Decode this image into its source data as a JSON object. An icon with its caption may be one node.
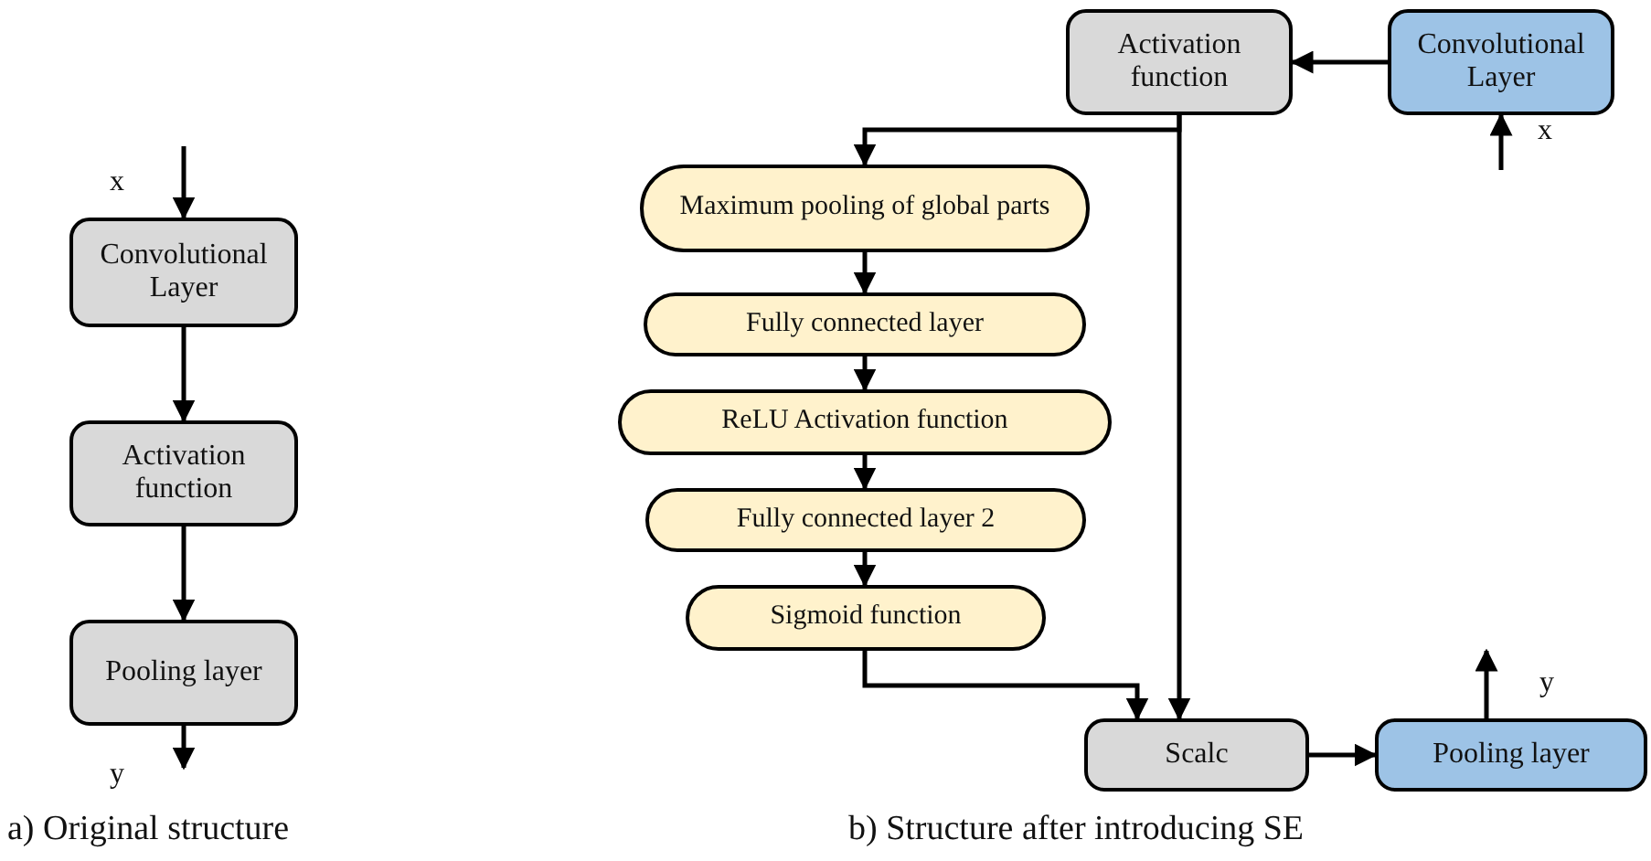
{
  "diagram": {
    "nodes": [
      {
        "text": [
          "Convolutional Layer"
        ]
      },
      {
        "text": [
          "Activation function"
        ]
      },
      {
        "text": [
          "Pooling layer"
        ]
      },
      {
        "text": [
          "Activation function"
        ]
      },
      {
        "text": [
          "Convolutional Layer"
        ]
      },
      {
        "text": [
          "Maximum pooling of global parts"
        ]
      },
      {
        "text": [
          "Fully connected layer"
        ]
      },
      {
        "text": [
          "ReLU Activation function"
        ]
      },
      {
        "text": [
          "Fully connected layer 2"
        ]
      },
      {
        "text": [
          "Sigmoid function"
        ]
      },
      {
        "text": [
          "Scalc"
        ]
      },
      {
        "text": [
          "Pooling layer"
        ]
      }
    ],
    "edges": [
      {
        "from": null,
        "to": 0,
        "arrow": "to"
      },
      {
        "from": 0,
        "to": 1,
        "arrow": "to"
      },
      {
        "from": 1,
        "to": 2,
        "arrow": "to"
      },
      {
        "from": 2,
        "to": null,
        "arrow": "to"
      },
      {
        "from": null,
        "to": 4,
        "arrow": "to"
      },
      {
        "from": 4,
        "to": 3,
        "arrow": "to"
      },
      {
        "from": 3,
        "to": 5,
        "arrow": "to"
      },
      {
        "from": 3,
        "to": 10,
        "arrow": "to"
      },
      {
        "from": 5,
        "to": 6,
        "arrow": "to"
      },
      {
        "from": 6,
        "to": 7,
        "arrow": "to"
      },
      {
        "from": 7,
        "to": 8,
        "arrow": "to"
      },
      {
        "from": 8,
        "to": 9,
        "arrow": "to"
      },
      {
        "from": 9,
        "to": 10,
        "arrow": "to"
      },
      {
        "from": 10,
        "to": 11,
        "arrow": "to"
      },
      {
        "from": 11,
        "to": null,
        "arrow": "to"
      }
    ],
    "labels": [
      "x",
      "y",
      "x",
      "y",
      "a) Original structure",
      "b) Structure after introducing SE"
    ]
  }
}
